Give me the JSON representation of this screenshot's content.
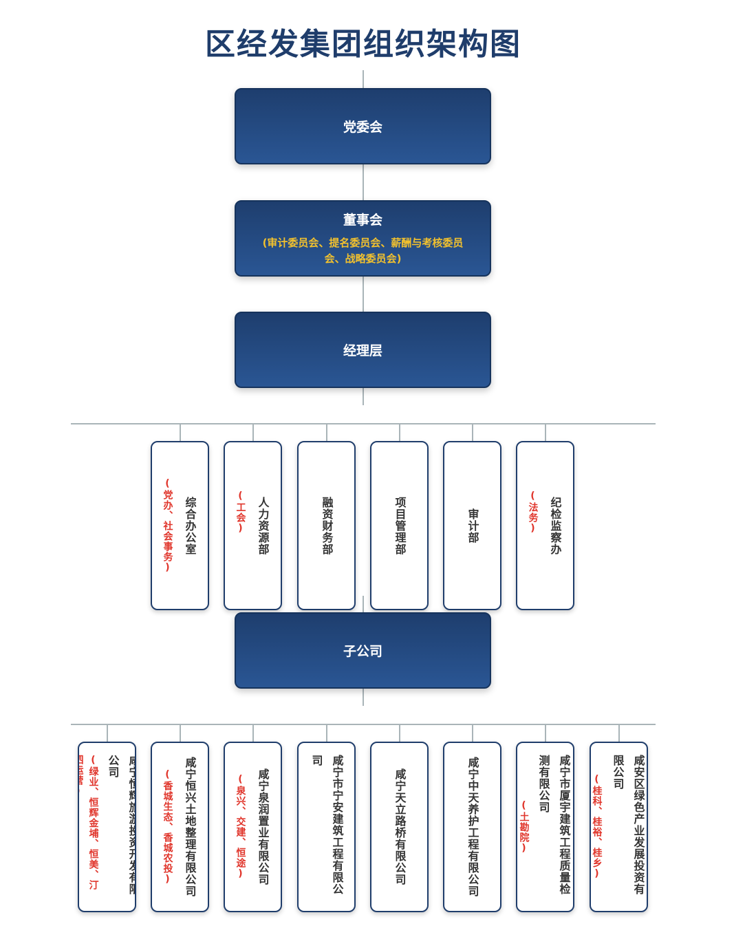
{
  "title": "区经发集团组织架构图",
  "colors": {
    "title": "#1f3d6b",
    "box_top": "#1e3e6e",
    "box_bottom": "#2a5694",
    "note_yellow": "#f2c12e",
    "note_red": "#e0352b",
    "connector": "#a9b4b8"
  },
  "levels": [
    {
      "title": "党委会",
      "sub": ""
    },
    {
      "title": "董事会",
      "sub": "(审计委员会、提名委员会、薪酬与考核委员会、战略委员会)"
    },
    {
      "title": "经理层",
      "sub": ""
    },
    {
      "title": "子公司",
      "sub": ""
    }
  ],
  "departments": [
    {
      "name": "综合办公室",
      "note": "(党办、社会事务)"
    },
    {
      "name": "人力资源部",
      "note": "(工会)"
    },
    {
      "name": "融资财务部",
      "note": ""
    },
    {
      "name": "项目管理部",
      "note": ""
    },
    {
      "name": "审计部",
      "note": ""
    },
    {
      "name": "纪检监察办",
      "note": "(法务)"
    }
  ],
  "subsidiaries": [
    {
      "name": "咸宁恒辉旅游投资开发有限公司",
      "note": "(绿业、恒辉金埔、恒美、汀泗运营)"
    },
    {
      "name": "咸宁恒兴土地整理有限公司",
      "note": "(香城生态、香城农投)"
    },
    {
      "name": "咸宁泉润置业有限公司",
      "note": "(泉兴、交建、恒途)"
    },
    {
      "name": "咸宁市宁安建筑工程有限公司",
      "note": ""
    },
    {
      "name": "咸宁天立路桥有限公司",
      "note": ""
    },
    {
      "name": "咸宁中天养护工程有限公司",
      "note": ""
    },
    {
      "name": "咸宁市厦宇建筑工程质量检测有限公司",
      "note": "(土勘院)"
    },
    {
      "name": "咸安区绿色产业发展投资有限公司",
      "note": "(桂科、桂裕、桂乡)"
    }
  ]
}
